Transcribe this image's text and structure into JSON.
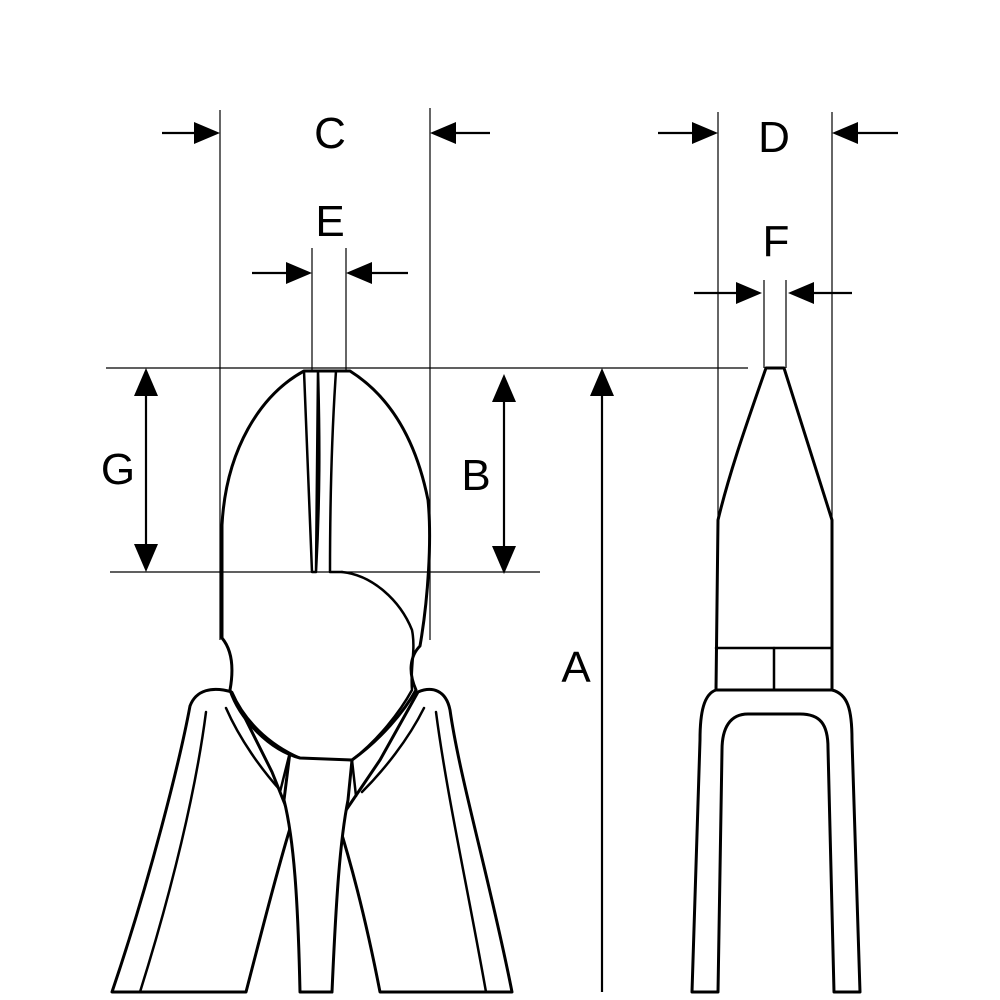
{
  "diagram": {
    "labels": {
      "A": "A",
      "B": "B",
      "C": "C",
      "D": "D",
      "E": "E",
      "F": "F",
      "G": "G"
    }
  }
}
